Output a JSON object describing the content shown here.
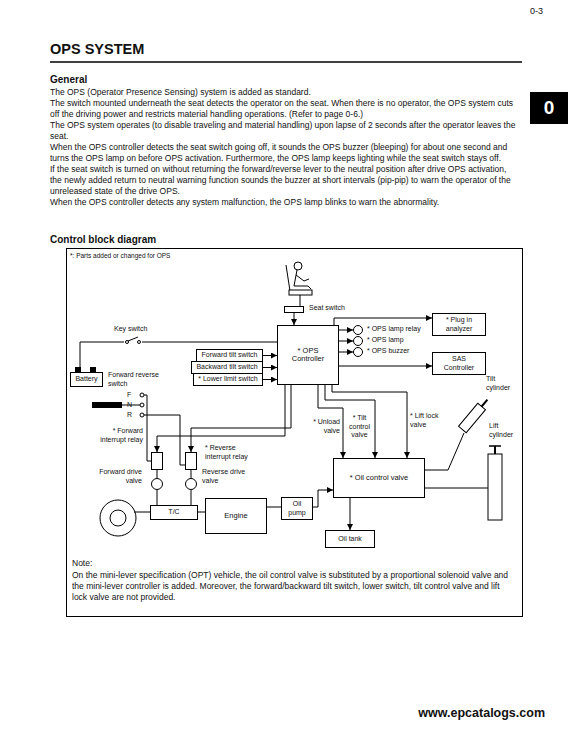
{
  "diagram": {
    "title": "OPS SYSTEM",
    "nodes": [
      {
        "text": [
          "Battery"
        ]
      },
      {
        "text": [
          "Seat switch"
        ]
      },
      {
        "text": [
          "* OPS lamp relay"
        ]
      },
      {
        "text": [
          "* OPS lamp"
        ]
      },
      {
        "text": [
          "* OPS buzzer"
        ]
      },
      {
        "text": [
          "* Plug in analyzer"
        ]
      },
      {
        "text": [
          "Forward tilt switch"
        ]
      },
      {
        "text": [
          "Backward tilt switch"
        ]
      },
      {
        "text": [
          "* Lower limit switch"
        ]
      },
      {
        "text": [
          "* OPS Controller"
        ]
      },
      {
        "text": [
          "SAS Controller"
        ]
      },
      {
        "text": [
          "* Forward interrupt relay"
        ]
      },
      {
        "text": [
          "* Reverse interrupt relay"
        ]
      },
      {
        "text": [
          "Forward drive valve"
        ]
      },
      {
        "text": [
          "Reverse drive valve"
        ]
      },
      {
        "text": [
          "* Oil control valve"
        ]
      },
      {
        "text": [
          "T/C"
        ]
      },
      {
        "text": [
          "Engine"
        ]
      },
      {
        "text": [
          "Oil pump"
        ]
      },
      {
        "text": [
          "Oil tank"
        ]
      }
    ],
    "edges": [
      {
        "from": 0,
        "to": 9,
        "arrow": "none"
      },
      {
        "from": 1,
        "to": 9,
        "arrow": "to"
      },
      {
        "from": 9,
        "to": 2,
        "arrow": "to"
      },
      {
        "from": 9,
        "to": 3,
        "arrow": "to"
      },
      {
        "from": 9,
        "to": 4,
        "arrow": "to"
      },
      {
        "from": 9,
        "to": 5,
        "arrow": "to"
      },
      {
        "from": 9,
        "to": 10,
        "arrow": "to"
      },
      {
        "from": 6,
        "to": 9,
        "arrow": "to"
      },
      {
        "from": 7,
        "to": 9,
        "arrow": "to"
      },
      {
        "from": 8,
        "to": 9,
        "arrow": "to"
      },
      {
        "from": 9,
        "to": 11,
        "arrow": "to"
      },
      {
        "from": 9,
        "to": 12,
        "arrow": "to"
      },
      {
        "from": 9,
        "to": 15,
        "arrow": "to",
        "label": "* Unload valve"
      },
      {
        "from": 9,
        "to": 15,
        "arrow": "to",
        "label": "* Tilt control valve"
      },
      {
        "from": 9,
        "to": 15,
        "arrow": "to",
        "label": "* Lift lock valve"
      },
      {
        "from": 11,
        "to": 13,
        "arrow": "none"
      },
      {
        "from": 12,
        "to": 14,
        "arrow": "none"
      },
      {
        "from": 13,
        "to": 16,
        "arrow": "none"
      },
      {
        "from": 14,
        "to": 16,
        "arrow": "none"
      },
      {
        "from": 17,
        "to": 18,
        "arrow": "none"
      },
      {
        "from": 18,
        "to": 15,
        "arrow": "to"
      },
      {
        "from": 15,
        "to": 19,
        "arrow": "to"
      },
      {
        "from": 16,
        "to": 17,
        "arrow": "none"
      }
    ],
    "labels": [
      "0-3",
      "0",
      "General",
      "The OPS (Operator Presence Sensing) system is added as standard.",
      "The switch mounted underneath the seat detects the operator on the seat. When there is no operator, the OPS system cuts off the driving power and restricts material handling operations. (Refer to page 0-6.)",
      "The OPS system operates (to disable traveling and material handling) upon lapse of 2 seconds after the operator leaves the seat.",
      "When the OPS controller detects the seat switch going off, it sounds the OPS buzzer (bleeping) for about one second and turns the OPS lamp on before OPS activation. Furthermore, the OPS lamp keeps lighting while the seat switch stays off.",
      "If the seat switch is turned on without returning the forward/reverse lever to the neutral position after drive OPS activation, the newly added return to neutral warning function sounds the buzzer at short intervals (pip-pip) to warn the operator of the unreleased state of the drive OPS.",
      "When the OPS controller detects any system malfunction, the OPS lamp blinks to warn the abnormality.",
      "Control block diagram",
      "*: Parts added or changed for OPS",
      "Key switch",
      "Forward reverse switch",
      "F",
      "N",
      "R",
      "Tilt cylinder",
      "Lift cylinder",
      "Note:",
      "On the mini-lever specification (OPT) vehicle, the oil control valve is substituted by a proportional solenoid valve and the mini-lever controller is added. Moreover, the forward/backward tilt switch, lower switch, tilt control valve and lift lock valve are not provided.",
      "www.epcatalogs.com"
    ]
  }
}
